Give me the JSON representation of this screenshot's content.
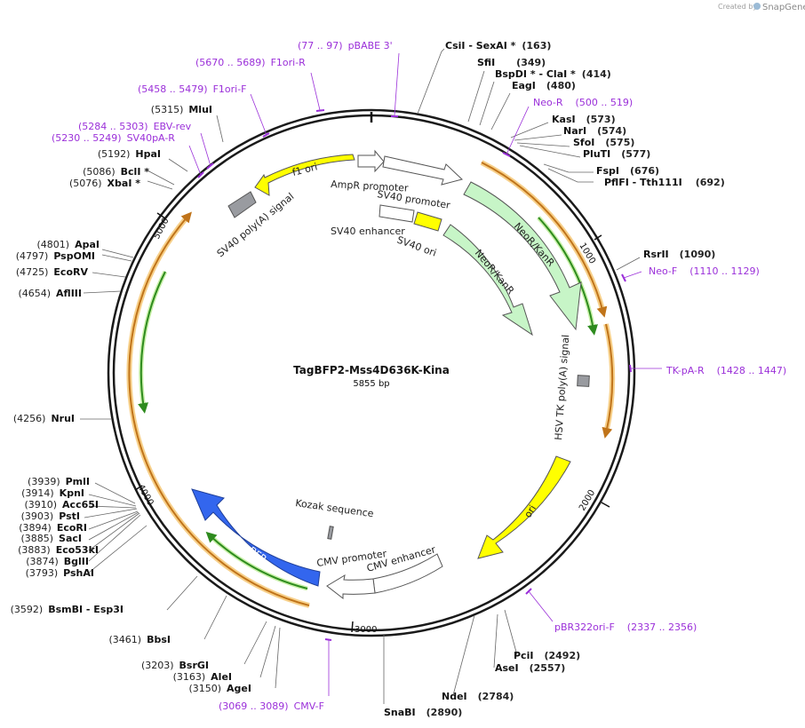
{
  "branding": {
    "created_by": "Created by",
    "app": "SnapGene"
  },
  "plasmid": {
    "name": "TagBFP2-Mss4D636K-Kina",
    "size_label": "5855 bp"
  },
  "ticks": [
    "1000",
    "2000",
    "3000",
    "4000",
    "5000"
  ],
  "enzymes_right": [
    {
      "pos": "(163)",
      "name": "CsiI",
      "extra": " - SexAI *"
    },
    {
      "pos": "(349)",
      "name": "SfiI",
      "extra": ""
    },
    {
      "pos": "(414)",
      "name": "BspDI *",
      "extra": " - ClaI *"
    },
    {
      "pos": "(480)",
      "name": "EagI",
      "extra": ""
    },
    {
      "pos": "(573)",
      "name": "KasI",
      "extra": ""
    },
    {
      "pos": "(574)",
      "name": "NarI",
      "extra": ""
    },
    {
      "pos": "(575)",
      "name": "SfoI",
      "extra": ""
    },
    {
      "pos": "(577)",
      "name": "PluTI",
      "extra": ""
    },
    {
      "pos": "(676)",
      "name": "FspI",
      "extra": ""
    },
    {
      "pos": "(692)",
      "name": "PflFI",
      "extra": " - Tth111I"
    },
    {
      "pos": "(1090)",
      "name": "RsrII",
      "extra": ""
    },
    {
      "pos": "(2492)",
      "name": "PciI",
      "extra": ""
    },
    {
      "pos": "(2557)",
      "name": "AseI",
      "extra": ""
    },
    {
      "pos": "(2784)",
      "name": "NdeI",
      "extra": ""
    },
    {
      "pos": "(2890)",
      "name": "SnaBI",
      "extra": ""
    }
  ],
  "enzymes_left": [
    {
      "pos": "(5315)",
      "name": "MluI",
      "extra": ""
    },
    {
      "pos": "(5192)",
      "name": "HpaI",
      "extra": ""
    },
    {
      "pos": "(5086)",
      "name": "BclI *",
      "extra": ""
    },
    {
      "pos": "(5076)",
      "name": "XbaI *",
      "extra": ""
    },
    {
      "pos": "(4801)",
      "name": "ApaI",
      "extra": ""
    },
    {
      "pos": "(4797)",
      "name": "PspOMI",
      "extra": ""
    },
    {
      "pos": "(4725)",
      "name": "EcoRV",
      "extra": ""
    },
    {
      "pos": "(4654)",
      "name": "AflIII",
      "extra": ""
    },
    {
      "pos": "(4256)",
      "name": "NruI",
      "extra": ""
    },
    {
      "pos": "(3939)",
      "name": "PmlI",
      "extra": ""
    },
    {
      "pos": "(3914)",
      "name": "KpnI",
      "extra": ""
    },
    {
      "pos": "(3910)",
      "name": "Acc65I",
      "extra": ""
    },
    {
      "pos": "(3903)",
      "name": "PstI",
      "extra": ""
    },
    {
      "pos": "(3894)",
      "name": "EcoRI",
      "extra": ""
    },
    {
      "pos": "(3885)",
      "name": "SacI",
      "extra": ""
    },
    {
      "pos": "(3883)",
      "name": "Eco53kI",
      "extra": ""
    },
    {
      "pos": "(3874)",
      "name": "BglII",
      "extra": ""
    },
    {
      "pos": "(3793)",
      "name": "PshAI",
      "extra": ""
    },
    {
      "pos": "(3592)",
      "name": "BsmBI",
      "extra": " - Esp3I"
    },
    {
      "pos": "(3461)",
      "name": "BbsI",
      "extra": ""
    },
    {
      "pos": "(3203)",
      "name": "BsrGI",
      "extra": ""
    },
    {
      "pos": "(3163)",
      "name": "AleI",
      "extra": ""
    },
    {
      "pos": "(3150)",
      "name": "AgeI",
      "extra": ""
    }
  ],
  "primers": [
    {
      "range": "(77 .. 97)",
      "name": "pBABE 3'"
    },
    {
      "range": "(5670 .. 5689)",
      "name": "F1ori-R"
    },
    {
      "range": "(5458 .. 5479)",
      "name": "F1ori-F"
    },
    {
      "range": "(5284 .. 5303)",
      "name": "EBV-rev"
    },
    {
      "range": "(5230 .. 5249)",
      "name": "SV40pA-R"
    },
    {
      "range": "(500 .. 519)",
      "name": "Neo-R"
    },
    {
      "range": "(1110 .. 1129)",
      "name": "Neo-F"
    },
    {
      "range": "(1428 .. 1447)",
      "name": "TK-pA-R"
    },
    {
      "range": "(2337 .. 2356)",
      "name": "pBR322ori-F"
    },
    {
      "range": "(3069 .. 3089)",
      "name": "CMV-F"
    }
  ],
  "features": {
    "f1_ori": "f1 ori",
    "ampr_promoter": "AmpR promoter",
    "sv40_promoter": "SV40 promoter",
    "sv40_enhancer": "SV40 enhancer",
    "sv40_ori": "SV40 ori",
    "sv40_polya": "SV40 poly(A) signal",
    "neor_outer": "NeoR/KanR",
    "neor_inner": "NeoR/KanR",
    "hsv_tk_polya": "HSV TK poly(A) signal",
    "ori": "ori",
    "cmv_enhancer": "CMV enhancer",
    "cmv_promoter": "CMV promoter",
    "kozak": "Kozak sequence",
    "tagbfp": "TagBFP"
  },
  "colors": {
    "backbone": "#1a1a1a",
    "primer": "#9b30d9",
    "yellow_feature": "#ffff00",
    "neor_feature": "#c7f5c7",
    "tagbfp_feature": "#3366ee",
    "orf_orange": "#e69a2e",
    "orf_green": "#2e8b1e"
  }
}
